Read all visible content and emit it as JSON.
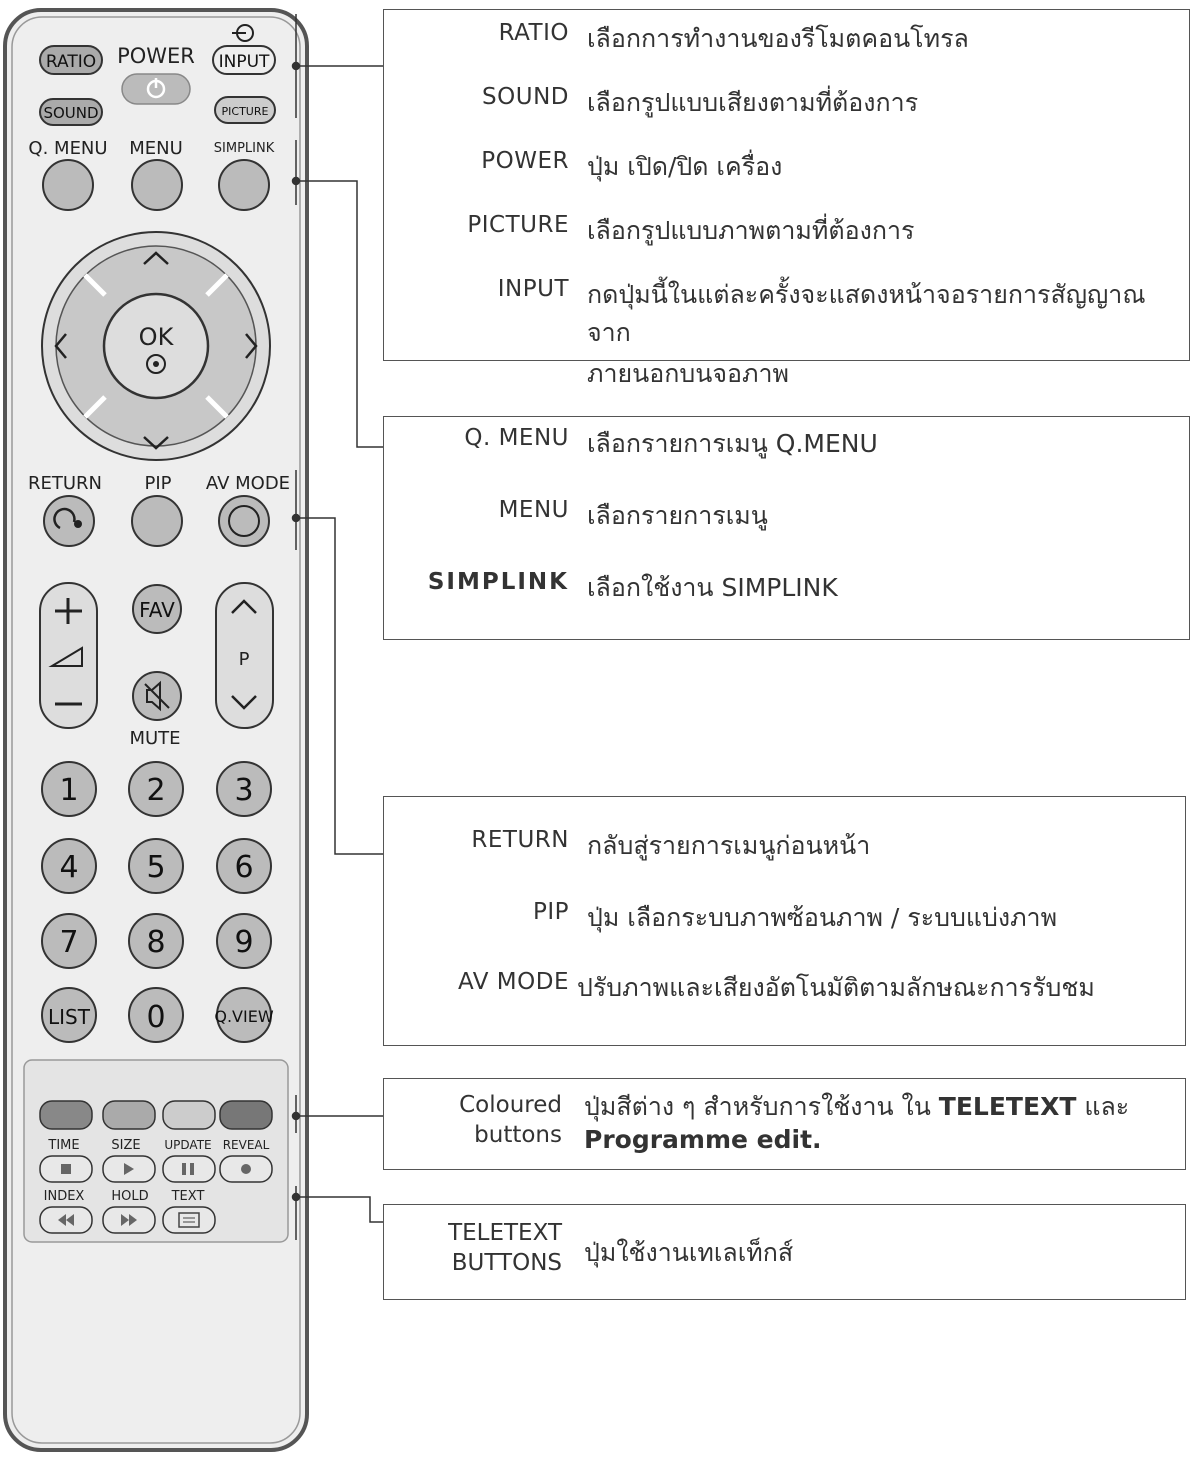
{
  "remote": {
    "ratio": "RATIO",
    "power": "POWER",
    "input": "INPUT",
    "sound": "SOUND",
    "picture": "PICTURE",
    "qmenu": "Q. MENU",
    "menu": "MENU",
    "simplink": "SIMPLINK",
    "ok": "OK",
    "return": "RETURN",
    "pip": "PIP",
    "avmode": "AV MODE",
    "fav": "FAV",
    "p": "P",
    "mute": "MUTE",
    "digits": [
      "1",
      "2",
      "3",
      "4",
      "5",
      "6",
      "7",
      "8",
      "9"
    ],
    "list": "LIST",
    "zero": "0",
    "qview": "Q.VIEW",
    "time": "TIME",
    "size": "SIZE",
    "update": "UPDATE",
    "reveal": "REVEAL",
    "index": "INDEX",
    "hold": "HOLD",
    "text": "TEXT"
  },
  "box1": {
    "rows": [
      {
        "label": "RATIO",
        "desc": "เลือกการทำงานของรีโมตคอนโทรล"
      },
      {
        "label": "SOUND",
        "desc": "เลือกรูปแบบเสียงตามที่ต้องการ"
      },
      {
        "label": "POWER",
        "desc": "ปุ่ม เปิด/ปิด เครื่อง"
      },
      {
        "label": "PICTURE",
        "desc": "เลือกรูปแบบภาพตามที่ต้องการ"
      },
      {
        "label": "INPUT",
        "desc": "กดปุ่มนี้ในแต่ละครั้งจะแสดงหน้าจอรายการสัญญาณจาก",
        "desc2": "ภายนอกบนจอภาพ"
      }
    ]
  },
  "box2": {
    "rows": [
      {
        "label": "Q. MENU",
        "desc": "เลือกรายการเมนู Q.MENU"
      },
      {
        "label": "MENU",
        "desc": "เลือกรายการเมนู"
      },
      {
        "label": "SIMPLINK",
        "desc": "เลือกใช้งาน SIMPLINK"
      }
    ]
  },
  "box3": {
    "rows": [
      {
        "label": "RETURN",
        "desc": "กลับสู่รายการเมนูก่อนหน้า"
      },
      {
        "label": "PIP",
        "desc": "ปุ่ม เลือกระบบภาพซ้อนภาพ / ระบบแบ่งภาพ"
      },
      {
        "label": "AV MODE",
        "desc": "ปรับภาพและเสียงอัตโนมัติตามลักษณะการรับชม"
      }
    ]
  },
  "box4": {
    "label1": "Coloured",
    "label2": "buttons",
    "desc1a": "ปุ่มสีต่าง ๆ สำหรับการใช้งาน ใน ",
    "desc1b": "TELETEXT",
    "desc1c": " และ",
    "desc2": "Programme edit."
  },
  "box5": {
    "label1": "TELETEXT",
    "label2": "BUTTONS",
    "desc": "ปุ่มใช้งานเทเลเท็กส์"
  }
}
